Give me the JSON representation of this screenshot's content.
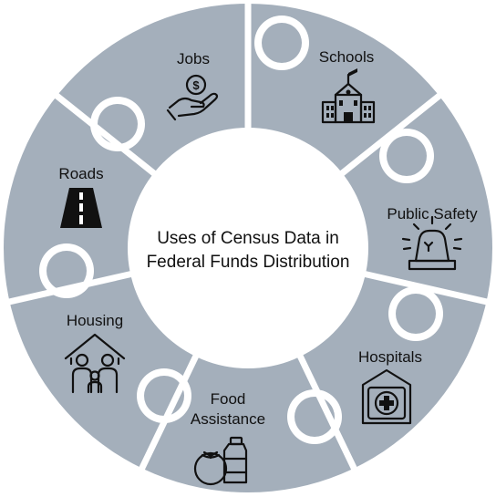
{
  "diagram": {
    "center_title_line1": "Uses of Census Data in",
    "center_title_line2": "Federal Funds Distribution",
    "segment_color": "#a4afbb",
    "gap_color": "#ffffff",
    "segments": [
      {
        "id": "jobs",
        "label": "Jobs",
        "icon": "hand-coin-icon"
      },
      {
        "id": "schools",
        "label": "Schools",
        "icon": "school-building-icon"
      },
      {
        "id": "public-safety",
        "label": "Public Safety",
        "icon": "siren-light-icon"
      },
      {
        "id": "hospitals",
        "label": "Hospitals",
        "icon": "hospital-icon"
      },
      {
        "id": "food",
        "label_line1": "Food",
        "label_line2": "Assistance",
        "icon": "food-tomato-bottle-icon"
      },
      {
        "id": "housing",
        "label": "Housing",
        "icon": "family-house-icon"
      },
      {
        "id": "roads",
        "label": "Roads",
        "icon": "road-icon"
      }
    ]
  }
}
